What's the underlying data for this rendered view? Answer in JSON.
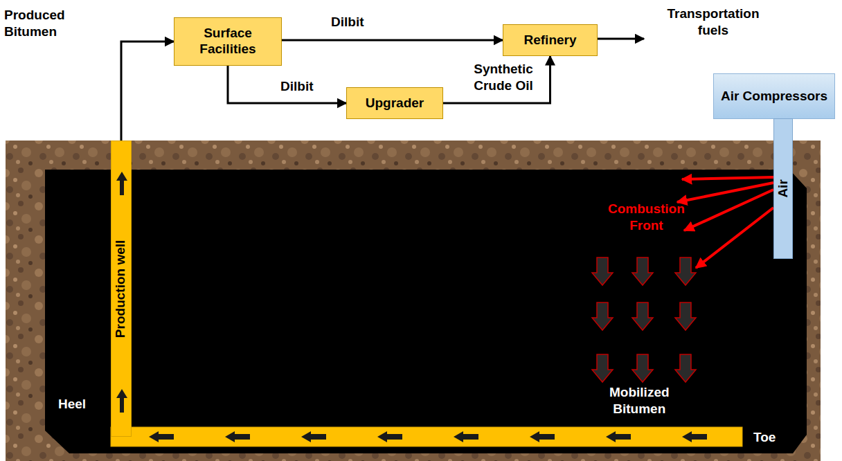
{
  "diagram": {
    "nodes": [
      {
        "text": [
          "Surface Facilities"
        ]
      },
      {
        "text": [
          "Refinery"
        ]
      },
      {
        "text": [
          "Upgrader"
        ]
      },
      {
        "text": [
          "Air Compressors"
        ]
      },
      {
        "text": [
          "Air"
        ]
      },
      {
        "text": [
          "Production well"
        ]
      }
    ],
    "edges": [
      {
        "from": 5,
        "to": 0,
        "label": "Produced Bitumen",
        "arrow": "to"
      },
      {
        "from": 0,
        "to": 1,
        "label": "Dilbit",
        "arrow": "to"
      },
      {
        "from": 0,
        "to": 2,
        "label": "Dilbit",
        "arrow": "to"
      },
      {
        "from": 2,
        "to": 1,
        "label": "Synthetic Crude Oil",
        "arrow": "to"
      }
    ],
    "labels": [
      "Transportation fuels",
      "Combustion Front",
      "Mobilized Bitumen",
      "Heel",
      "Toe"
    ]
  }
}
